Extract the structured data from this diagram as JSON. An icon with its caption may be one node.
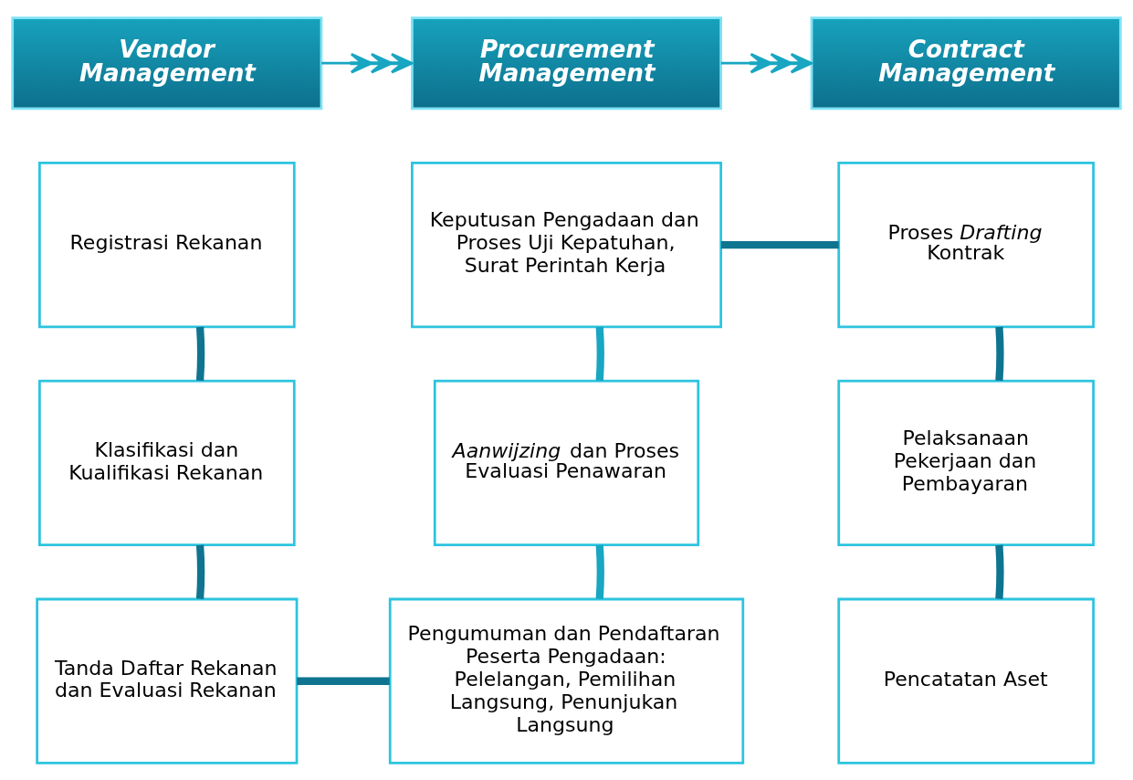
{
  "diagram": {
    "nodes": [
      {
        "text": [
          "Vendor Management"
        ]
      },
      {
        "text": [
          "Procurement Management"
        ]
      },
      {
        "text": [
          "Contract Management"
        ]
      },
      {
        "text": [
          "Registrasi Rekanan"
        ]
      },
      {
        "text": [
          "Klasifikasi dan Kualifikasi Rekanan"
        ]
      },
      {
        "text": [
          "Tanda Daftar Rekanan dan Evaluasi Rekanan"
        ]
      },
      {
        "text": [
          "Keputusan Pengadaan dan Proses Uji Kepatuhan, Surat Perintah Kerja"
        ]
      },
      {
        "text": [
          "*Aanwijzing* dan Proses Evaluasi Penawaran"
        ]
      },
      {
        "text": [
          "Pengumuman dan Pendaftaran Peserta Pengadaan: Pelelangan, Pemilihan Langsung, Penunjukan Langsung"
        ]
      },
      {
        "text": [
          "Proses *Drafting* Kontrak"
        ]
      },
      {
        "text": [
          "Pelaksanaan Pekerjaan dan Pembayaran"
        ]
      },
      {
        "text": [
          "Pencatatan Aset"
        ]
      }
    ],
    "edges": [
      {
        "from": 0,
        "to": 1,
        "arrow": "to"
      },
      {
        "from": 1,
        "to": 2,
        "arrow": "to"
      },
      {
        "from": 3,
        "to": 4,
        "arrow": "none"
      },
      {
        "from": 4,
        "to": 5,
        "arrow": "none"
      },
      {
        "from": 5,
        "to": 8,
        "arrow": "none"
      },
      {
        "from": 8,
        "to": 7,
        "arrow": "none",
        "color": "#18a6c2"
      },
      {
        "from": 7,
        "to": 6,
        "arrow": "none",
        "color": "#18a6c2"
      },
      {
        "from": 6,
        "to": 9,
        "arrow": "none"
      },
      {
        "from": 9,
        "to": 10,
        "arrow": "none"
      },
      {
        "from": 10,
        "to": 11,
        "arrow": "none"
      }
    ]
  }
}
